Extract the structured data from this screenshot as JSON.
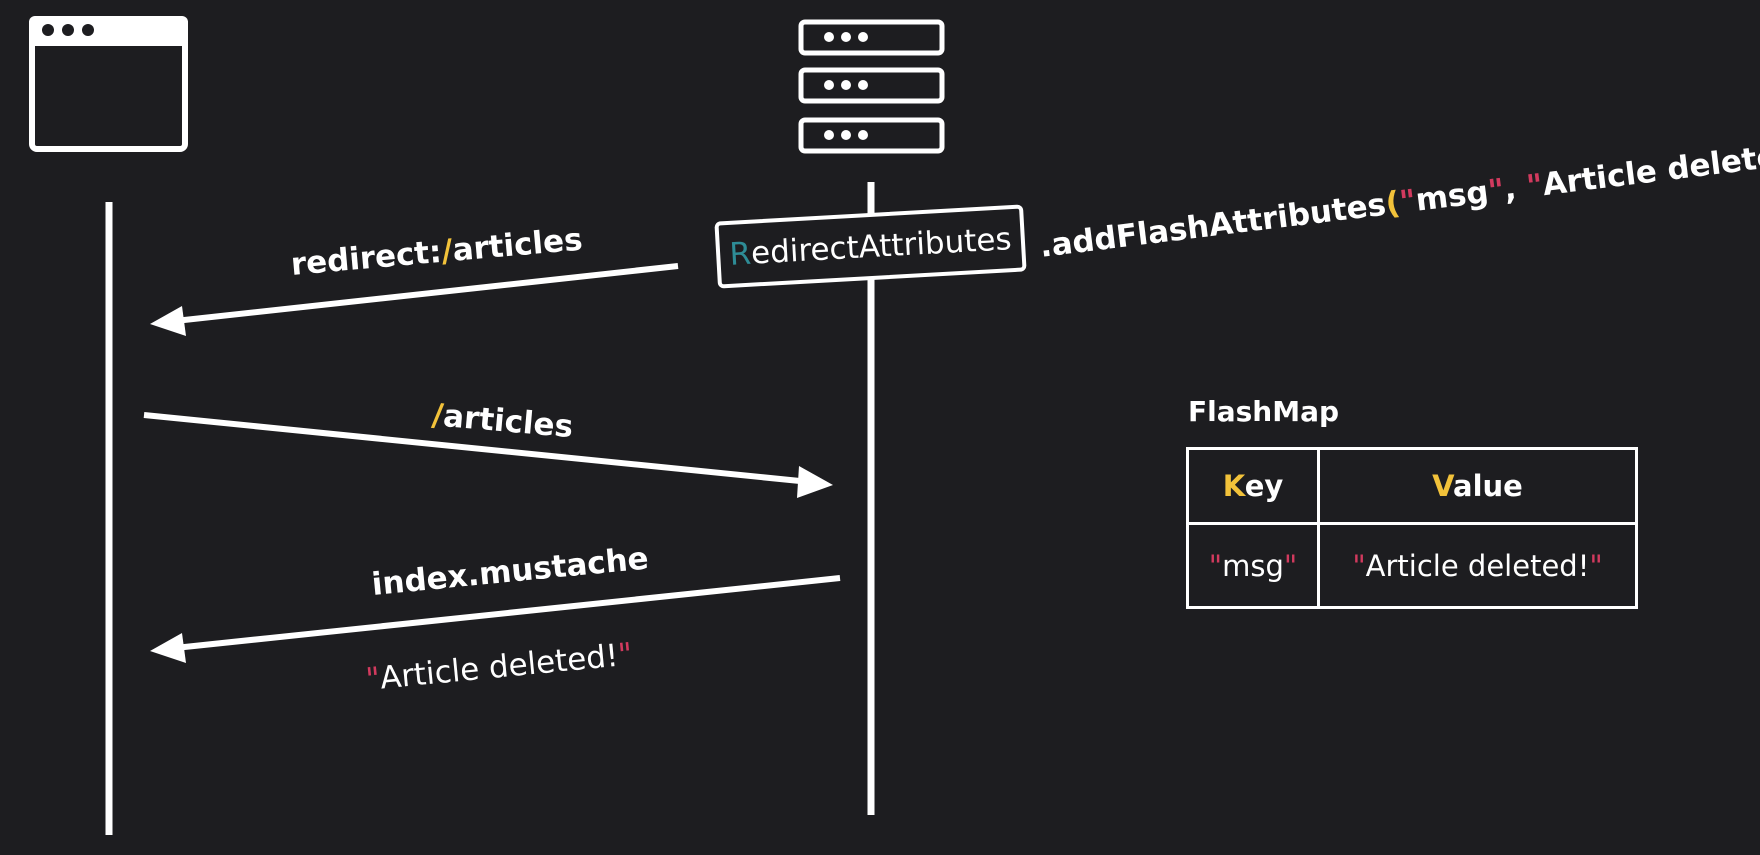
{
  "arrows": {
    "redirect": {
      "prefix": "redirect:",
      "slash": "/",
      "path": "articles"
    },
    "request": {
      "slash": "/",
      "path": "articles"
    },
    "response": {
      "label": "index.mustache",
      "quote_open": "\"",
      "message": "Article deleted!",
      "quote_close": "\""
    }
  },
  "redirect_attributes": {
    "initial": "R",
    "rest": "edirectAttributes",
    "call": {
      "method": ".addFlashAttributes",
      "paren_open": "(",
      "q1": "\"",
      "arg1": "msg",
      "q2": "\"",
      "comma": ",",
      "q3": "\"",
      "arg2": "Article deleted!",
      "q4": "\"",
      "paren_close": ")",
      "semicolon": ";"
    }
  },
  "flash_map": {
    "title": "FlashMap",
    "header": {
      "key_initial": "K",
      "key_rest": "ey",
      "value_initial": "V",
      "value_rest": "alue"
    },
    "row": {
      "key_q1": "\"",
      "key": "msg",
      "key_q2": "\"",
      "value_q1": "\"",
      "value": "Article deleted!",
      "value_q2": "\""
    }
  },
  "colors": {
    "background": "#1d1d20",
    "foreground": "#ffffff",
    "highlight_yellow": "#f2c23a",
    "quote_pink": "#d23a5e",
    "teal": "#2e8c96"
  },
  "icons": [
    "browser-window-icon",
    "server-stack-icon"
  ]
}
